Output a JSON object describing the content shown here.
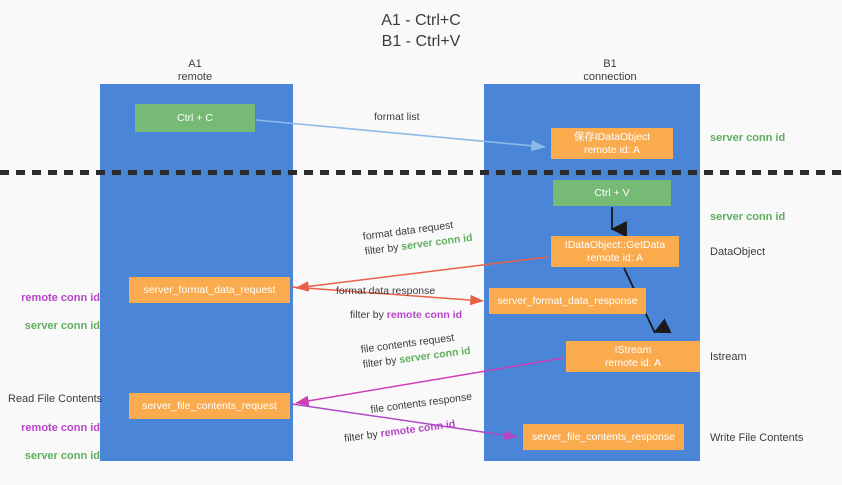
{
  "diagram": {
    "title": "A1 - Ctrl+C\nB1 - Ctrl+V",
    "background_color": "#f9f9f9",
    "lane_color": "#4a85d8",
    "green_node_color": "#76ba76",
    "orange_node_color": "#f9ab4e",
    "accent_server_color": "#5fae5f",
    "accent_remote_color": "#b745c8",
    "separator_color": "#2b2b2b"
  },
  "lanes": [
    {
      "id": "a1",
      "title": "A1\nremote"
    },
    {
      "id": "b1",
      "title": "B1\nconnection"
    }
  ],
  "nodes": {
    "ctrl_c": "Ctrl + C",
    "idataobject": "保存IDataObject\nremote id: A",
    "ctrl_v": "Ctrl + V",
    "getdata": "IDataObject::GetData\nremote id: A",
    "server_format_data_request": "server_format_data_request",
    "server_format_data_response": "server_format_data_response",
    "istream": "IStream\nremote id: A",
    "server_file_contents_request": "server_file_contents_request",
    "server_file_contents_response": "server_file_contents_response"
  },
  "edge_labels": {
    "format_list": "format list",
    "format_data_request": "format data request",
    "format_data_request_filter_prefix": "filter by ",
    "format_data_request_filter_key": "server conn id",
    "format_data_response": "format data response",
    "format_data_response_filter_prefix": "filter by ",
    "format_data_response_filter_key": "remote conn id",
    "file_contents_request": "file contents request",
    "file_contents_request_filter_prefix": "filter by ",
    "file_contents_request_filter_key": "server conn id",
    "file_contents_response": "file contents response",
    "file_contents_response_filter_prefix": "filter by ",
    "file_contents_response_filter_key": "remote conn id"
  },
  "side_annotations": {
    "right_server_conn_id_top": "server conn id",
    "right_server_conn_id_mid": "server conn id",
    "right_dataobject": "DataObject",
    "right_istream": "Istream",
    "right_write_file_contents": "Write File Contents",
    "left_remote_conn_id_1": "remote conn id",
    "left_server_conn_id_1": "server conn id",
    "left_read_file_contents": "Read File Contents",
    "left_remote_conn_id_2": "remote conn id",
    "left_server_conn_id_2": "server conn id"
  }
}
